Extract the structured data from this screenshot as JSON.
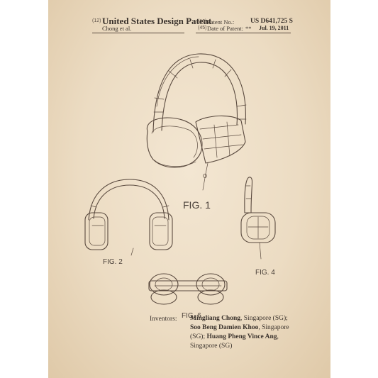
{
  "header": {
    "left_code_12": "(12)",
    "left_title": "United States Design Patent",
    "left_inventor": "Chong et al.",
    "code_10": "(10)",
    "patent_no_label": "Patent No.:",
    "patent_no": "US D641,725 S",
    "code_45": "(45)",
    "date_label": "Date of Patent:",
    "date_stars": "**",
    "date": "Jul. 19, 2011"
  },
  "figures": {
    "fig1": "FIG. 1",
    "fig2": "FIG. 2",
    "fig4": "FIG. 4",
    "fig6": "FIG. 6"
  },
  "inventors": {
    "label": "Inventors:",
    "name1": "Mingliang Chong",
    "loc1": ", Singapore (SG); ",
    "name2": "Soo Beng Damien Khoo",
    "loc2": ", Singapore (SG);",
    "name3": "Huang Pheng Vince Ang",
    "loc3": ", Singapore (SG)"
  },
  "colors": {
    "paper": "#ecdcc3",
    "ink": "#5a4a3f"
  }
}
